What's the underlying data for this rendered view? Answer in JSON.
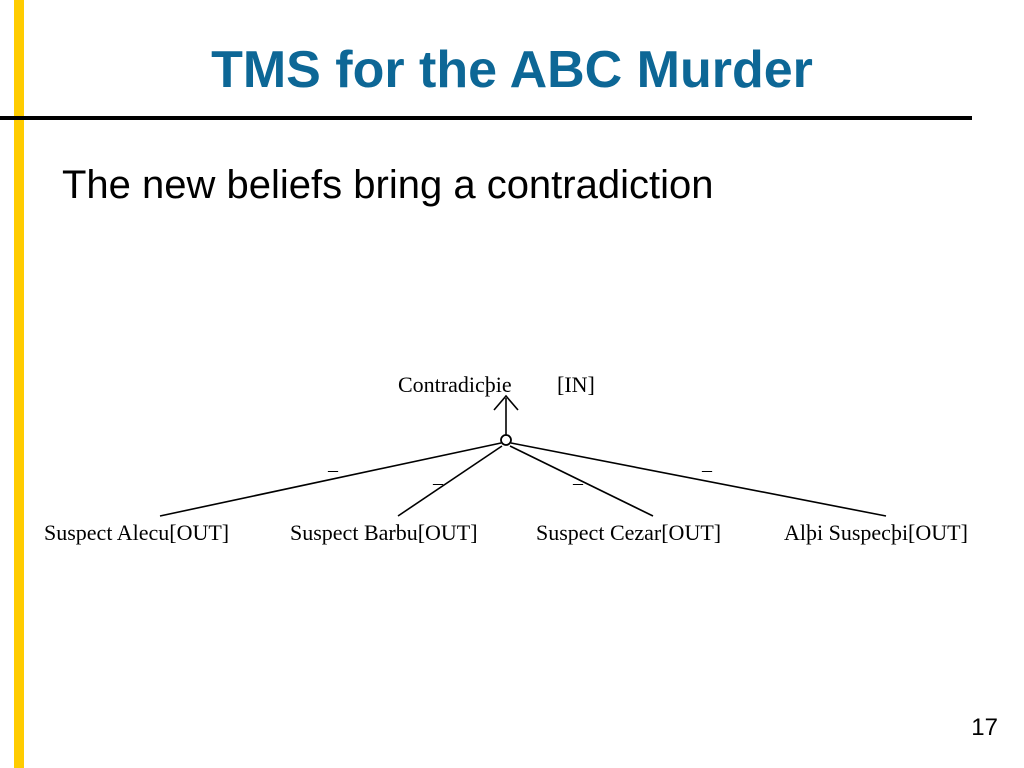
{
  "slide": {
    "title": "TMS for the ABC Murder",
    "bullet": "The new beliefs bring a contradiction",
    "page_number": "17",
    "accent_color": "#ffcc00",
    "title_color": "#0d6796"
  },
  "diagram": {
    "top_node": {
      "label": "Contradicþie",
      "status": "[IN]"
    },
    "justification_node": "small-circle",
    "nodes": [
      {
        "label": "Suspect Alecu[OUT]",
        "edge_sign": "–"
      },
      {
        "label": "Suspect Barbu[OUT]",
        "edge_sign": "–"
      },
      {
        "label": "Suspect Cezar[OUT]",
        "edge_sign": "–"
      },
      {
        "label": "Alþi Suspecþi[OUT]",
        "edge_sign": "–"
      }
    ]
  }
}
